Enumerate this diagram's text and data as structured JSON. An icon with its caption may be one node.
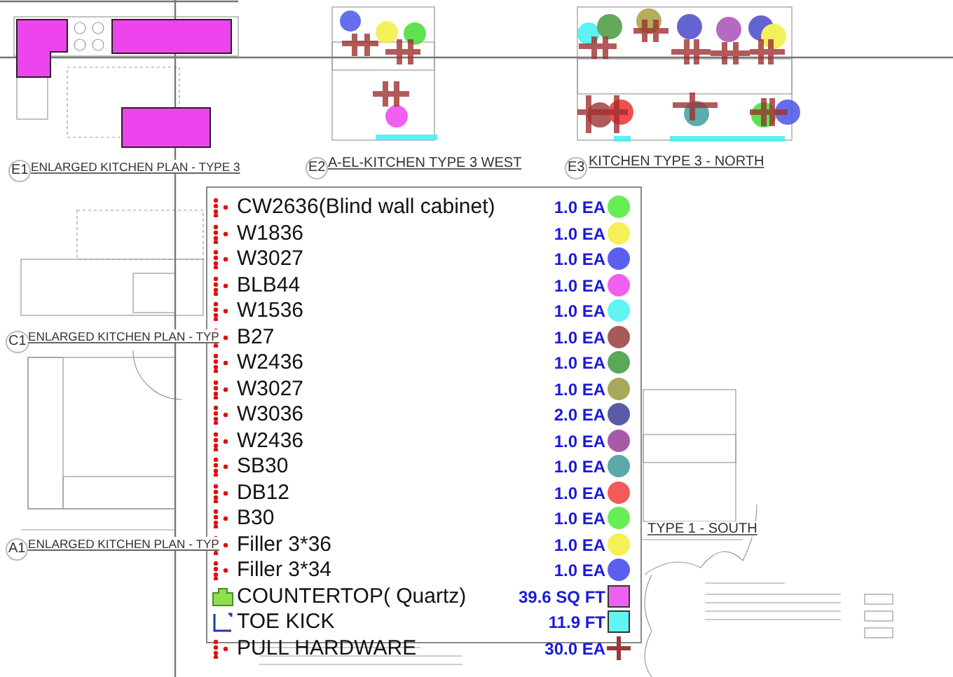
{
  "diagram": {
    "labels": [
      "E1",
      "ENLARGED KITCHEN PLAN - TYPE 3",
      "E2",
      "A-EL-KITCHEN TYPE 3 WEST",
      "E3",
      "KITCHEN TYPE 3 - NORTH",
      "C1",
      "ENLARGED KITCHEN PLAN - TYP",
      "A1",
      "ENLARGED KITCHEN PLAN - TYP",
      "TYPE 1 - SOUTH",
      "1.0 EA",
      "1.0 EA",
      "1.0 EA",
      "1.0 EA",
      "1.0 EA",
      "1.0 EA",
      "1.0 EA",
      "1.0 EA",
      "2.0 EA",
      "1.0 EA",
      "1.0 EA",
      "1.0 EA",
      "1.0 EA",
      "1.0 EA",
      "1.0 EA",
      "39.6 SQ FT",
      "11.9 FT",
      "30.0 EA"
    ],
    "legend": [
      {
        "text": "CW2636(Blind wall cabinet)",
        "color": "#66ee55"
      },
      {
        "text": "W1836",
        "color": "#f5f055"
      },
      {
        "text": "W3027",
        "color": "#5a5ff0"
      },
      {
        "text": "BLB44",
        "color": "#f060f0"
      },
      {
        "text": "W1536",
        "color": "#60f5f5"
      },
      {
        "text": "B27",
        "color": "#a85a5a"
      },
      {
        "text": "W2436",
        "color": "#5aa85a"
      },
      {
        "text": "W3027",
        "color": "#a8a85a"
      },
      {
        "text": "W3036",
        "color": "#5a5aa8"
      },
      {
        "text": "W2436",
        "color": "#a85aa8"
      },
      {
        "text": "SB30",
        "color": "#5aa8a8"
      },
      {
        "text": "DB12",
        "color": "#f55a5a"
      },
      {
        "text": "B30",
        "color": "#66ee55"
      },
      {
        "text": "Filler 3*36",
        "color": "#f5f055"
      },
      {
        "text": "Filler 3*34",
        "color": "#5a5ff0"
      },
      {
        "text": "COUNTERTOP( Quartz)",
        "color": "#f060f0"
      },
      {
        "text": "TOE KICK",
        "color": "#60f5f5"
      },
      {
        "text": "PULL HARDWARE"
      }
    ]
  }
}
